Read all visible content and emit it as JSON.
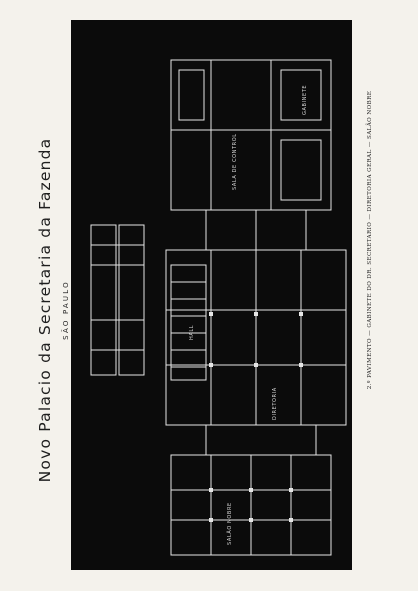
{
  "title": "Novo Palacio da Secretaria da Fazenda",
  "subtitle": "SÃO PAULO",
  "caption": "2.º PAVIMENTO — GABINETE DO DR. SECRETARIO — DIRETORIA GERAL — SALÃO NOBRE",
  "plan_labels": {
    "sala_de_control": "SALA DE CONTROL",
    "hall": "HALL",
    "salao_nobre": "SALÃO NOBRE",
    "diretoria": "DIRETORIA",
    "gabinete": "GABINETE"
  },
  "colors": {
    "paper": "#f4f2ec",
    "blueprint": "#0b0b0b",
    "lines": "#e6e6e6"
  }
}
